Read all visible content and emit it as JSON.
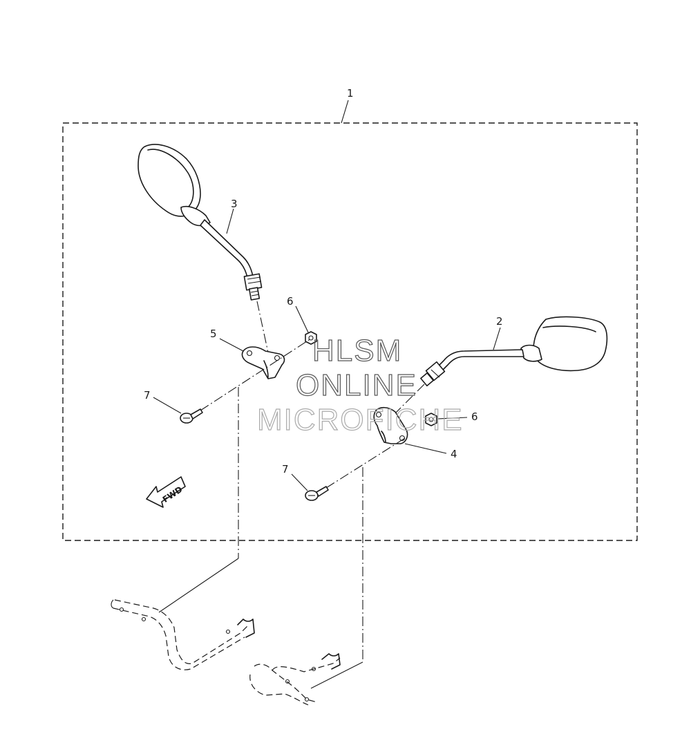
{
  "diagram": {
    "callouts": {
      "c1": "1",
      "c2": "2",
      "c3": "3",
      "c4": "4",
      "c5": "5",
      "c6a": "6",
      "c6b": "6",
      "c7a": "7",
      "c7b": "7"
    },
    "fwd_label": "FWD"
  },
  "watermark": {
    "line1": "HLSM",
    "line2": "ONLINE",
    "line3": "MICROFICHE"
  }
}
